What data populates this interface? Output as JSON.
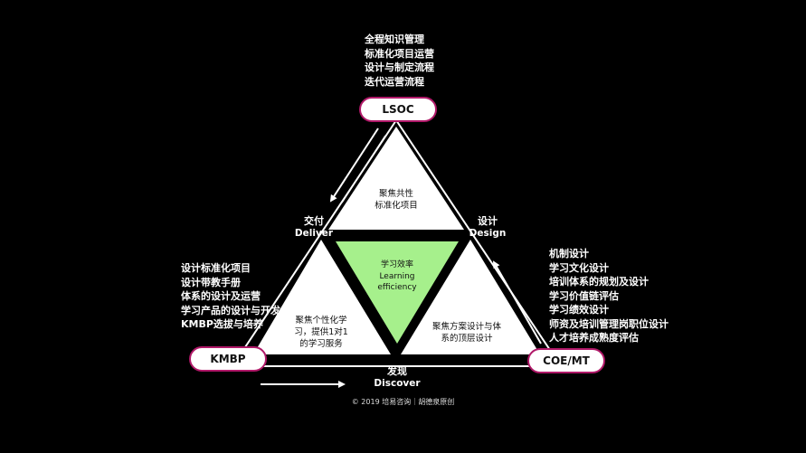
{
  "top_list": [
    "全程知识管理",
    "标准化项目运营",
    "设计与制定流程",
    "迭代运营流程"
  ],
  "left_list": [
    "设计标准化项目",
    "设计带教手册",
    "体系的设计及运营",
    "学习产品的设计与开发",
    "KMBP选拔与培养"
  ],
  "right_list": [
    "机制设计",
    "学习文化设计",
    "培训体系的规划及设计",
    "学习价值链评估",
    "学习绩效设计",
    "师资及培训管理岗职位设计",
    "人才培养成熟度评估"
  ],
  "nodes": {
    "top": "LSOC",
    "left": "KMBP",
    "right": "COE/MT"
  },
  "edges": {
    "deliver": {
      "cn": "交付",
      "en": "Deliver"
    },
    "design": {
      "cn": "设计",
      "en": "Design"
    },
    "discover": {
      "cn": "发现",
      "en": "Discover"
    }
  },
  "triangles": {
    "top": [
      "聚焦共性",
      "标准化项目"
    ],
    "center": [
      "学习效率",
      "Learning",
      "efficiency"
    ],
    "left": [
      "聚焦个性化学",
      "习，提供1对1",
      "的学习服务"
    ],
    "right": [
      "聚焦方案设计与体",
      "系的顶层设计"
    ]
  },
  "footer": "© 2019 培易咨询｜胡德泉原创",
  "colors": {
    "background": "#000000",
    "center_triangle": "#a6f08c",
    "node_border": "#b01868"
  }
}
